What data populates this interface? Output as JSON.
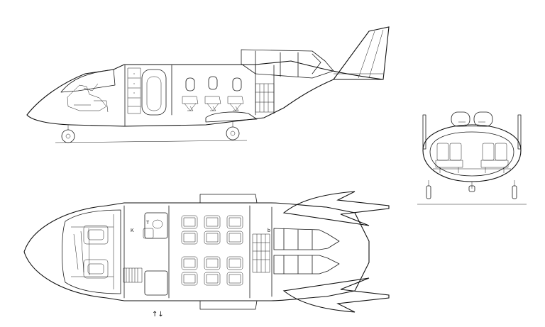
{
  "drawing": {
    "plan_galley_label": "K",
    "plan_toilet_label": "T",
    "plan_small_label": "b",
    "stair_arrows": "↑↓"
  },
  "colors": {
    "line": "#1a1a1a",
    "background": "#ffffff"
  }
}
